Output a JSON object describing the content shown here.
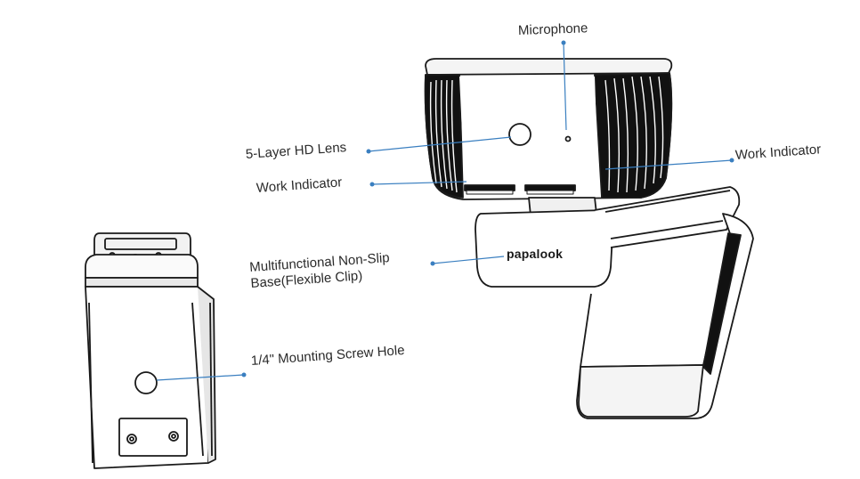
{
  "callouts": {
    "microphone": "Microphone",
    "lens": "5-Layer HD Lens",
    "work_indicator_left": "Work Indicator",
    "work_indicator_right": "Work Indicator",
    "base_line1": "Multifunctional Non-Slip",
    "base_line2": "Base(Flexible Clip)",
    "screw_hole": "1/4\" Mounting Screw Hole"
  },
  "brand": "papalook",
  "colors": {
    "callout_line": "#3a7fc0",
    "callout_dot": "#3a7fc0",
    "outline": "#1a1a1a",
    "label_text": "#2b2b2b"
  }
}
